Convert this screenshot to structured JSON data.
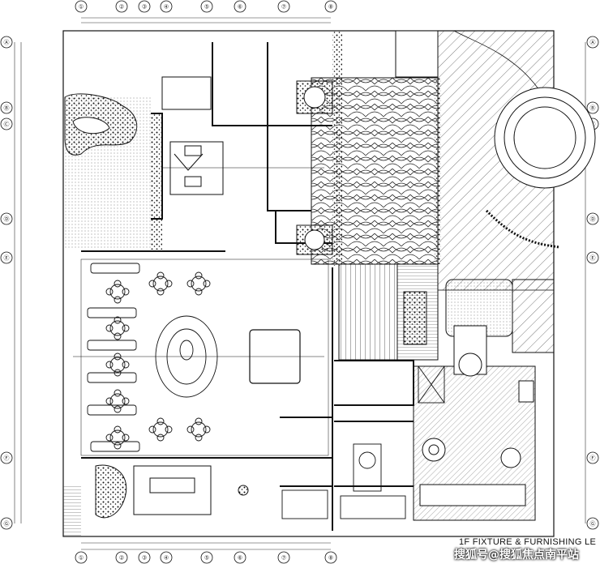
{
  "drawing": {
    "title": "1F FIXTURE & FURNISHING LE",
    "watermark": "搜狐号@搜狐焦点南平站",
    "grid_top": [
      "①",
      "②",
      "③",
      "④",
      "⑤",
      "⑥",
      "⑦",
      "⑧"
    ],
    "grid_bottom": [
      "①",
      "②",
      "③",
      "④",
      "⑤",
      "⑥",
      "⑦",
      "⑧"
    ],
    "grid_left": [
      "Ⓐ",
      "Ⓑ",
      "Ⓒ",
      "Ⓓ",
      "Ⓔ",
      "Ⓕ",
      "Ⓖ"
    ],
    "grid_right": [
      "Ⓐ",
      "Ⓑ",
      "Ⓒ",
      "Ⓓ",
      "Ⓔ",
      "Ⓕ",
      "Ⓖ"
    ]
  },
  "colors": {
    "line": "#111111",
    "hatch": "#333333",
    "paper": "#ffffff"
  }
}
